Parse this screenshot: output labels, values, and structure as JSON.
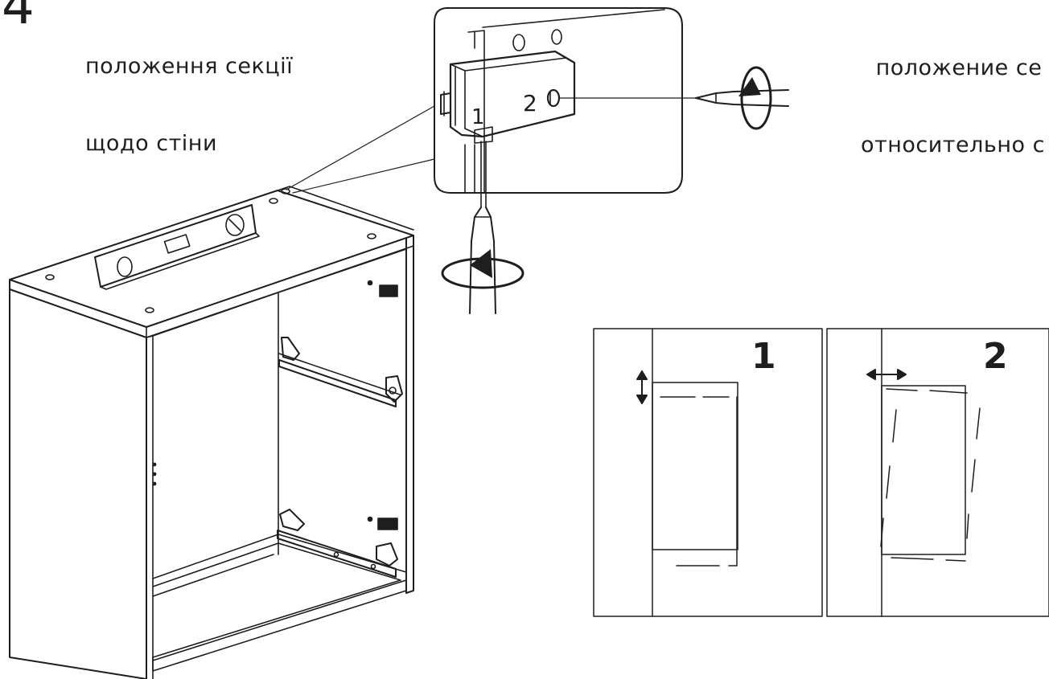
{
  "step": {
    "number": "4"
  },
  "captions": {
    "ukrainian": [
      "положення секції",
      "щодо стіни"
    ],
    "russian": [
      "положение се",
      "относительно с"
    ]
  },
  "inset": {
    "screw_labels": [
      "1",
      "2"
    ]
  },
  "panels": [
    {
      "label": "1",
      "adjustment": "vertical"
    },
    {
      "label": "2",
      "adjustment": "horizontal"
    }
  ],
  "colors": {
    "line": "#1e1e1e",
    "background": "#ffffff"
  }
}
